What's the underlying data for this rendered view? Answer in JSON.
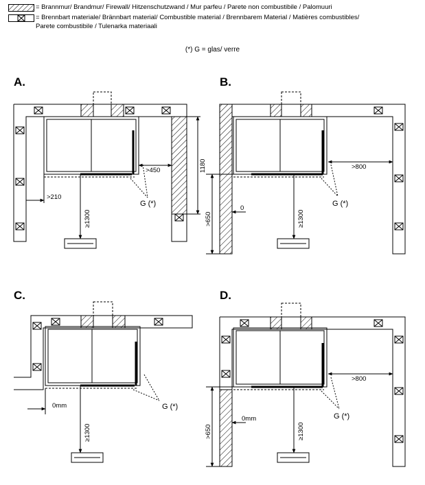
{
  "legend": {
    "firewall": "= Brannmur/ Brandmur/ Firewall/ Hitzenschutzwand / Mur parfeu / Parete non combustibile / Palomuuri",
    "combustible_1": "= Brennbart materiale/ Brännbart material/ Combustible material / Brennbarem Material / Matières combustibles/",
    "combustible_2": "Parete combustibile / Tulenarka materiaali"
  },
  "note": "(*) G = glas/ verre",
  "panels": {
    "a": {
      "label": "A.",
      "d450": ">450",
      "d1180": "1180",
      "d210": ">210",
      "d1300": "≥1300",
      "glass": "G (*)"
    },
    "b": {
      "label": "B.",
      "d800": ">800",
      "d650": ">650",
      "d0": "0",
      "d1300": "≥1300",
      "glass": "G (*)"
    },
    "c": {
      "label": "C.",
      "d0mm": "0mm",
      "d1300": "≥1300",
      "glass": "G (*)"
    },
    "d": {
      "label": "D.",
      "d800": ">800",
      "d650": ">650",
      "d0mm": "0mm",
      "d1300": "≥1300",
      "glass": "G (*)"
    }
  }
}
